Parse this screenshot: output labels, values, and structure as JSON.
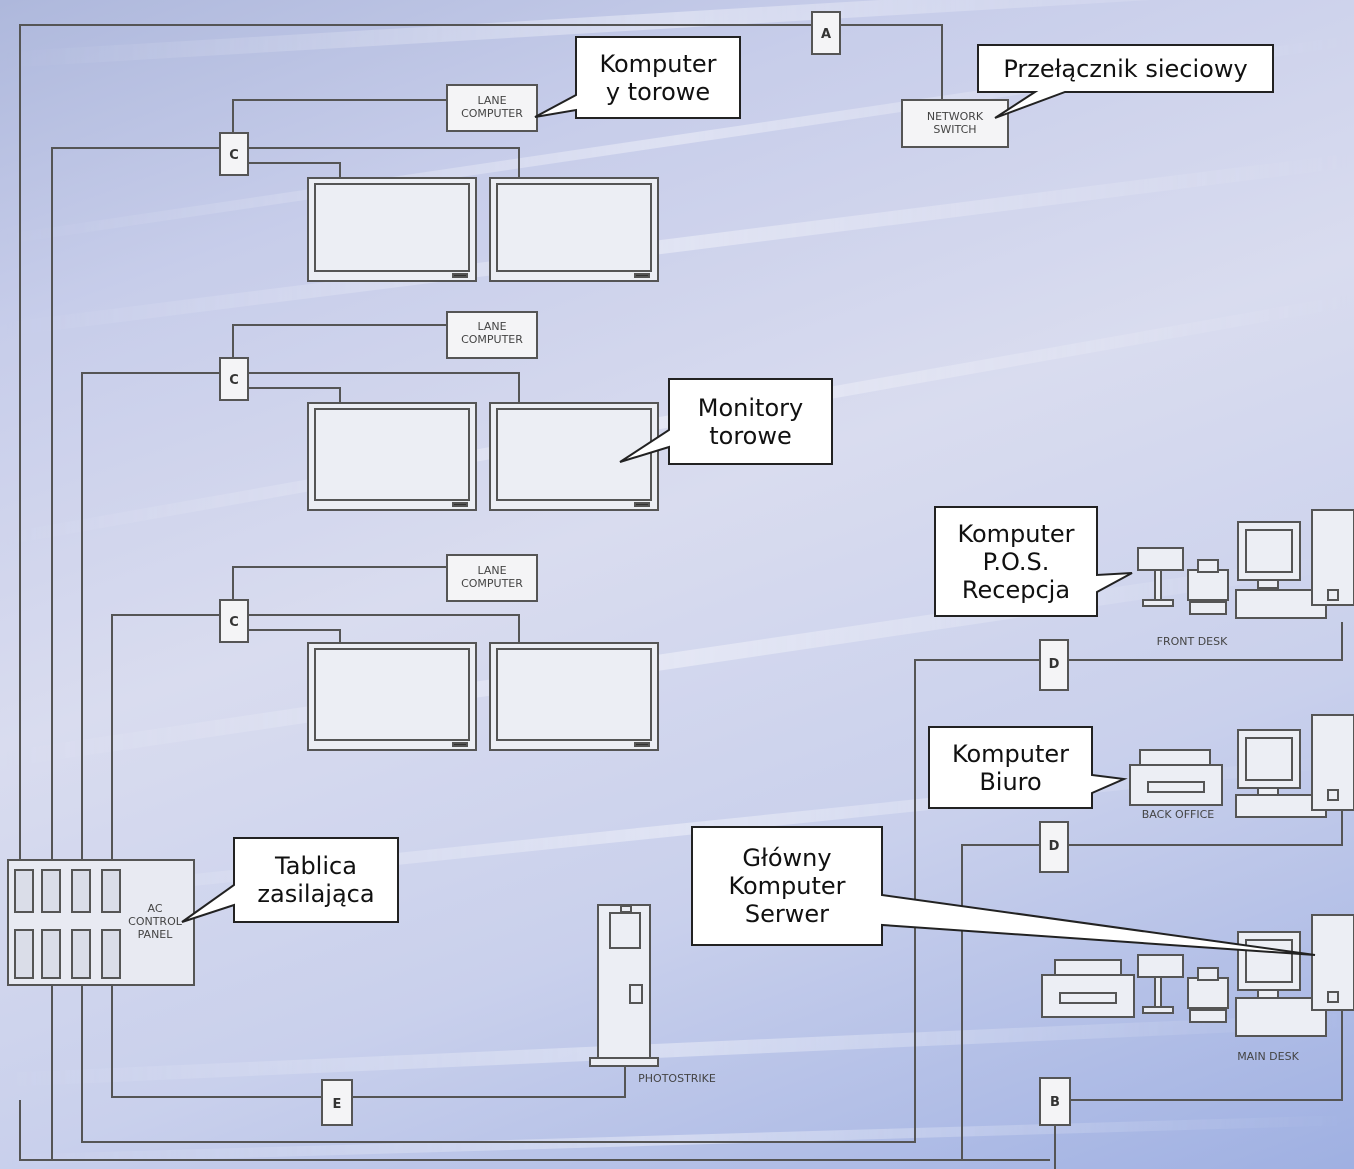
{
  "connectors": {
    "a": "A",
    "b": "B",
    "c": "C",
    "d": "D",
    "e": "E"
  },
  "devices": {
    "lane_computer": "LANE\nCOMPUTER",
    "network_switch": "NETWORK\nSWITCH",
    "ac_control_panel": "AC\nCONTROL\nPANEL",
    "photostrike": "PHOTOSTRIKE",
    "front_desk": "FRONT DESK",
    "back_office": "BACK OFFICE",
    "main_desk": "MAIN DESK"
  },
  "callouts": {
    "lane_computers": "Komputer\ny torowe",
    "network_switch": "Przełącznik sieciowy",
    "lane_monitors": "Monitory\ntorowe",
    "pos_computer": "Komputer\nP.O.S.\nRecepcja",
    "office_computer": "Komputer\nBiuro",
    "main_server": "Główny\nKomputer\nSerwer",
    "power_panel": "Tablica\nzasilająca"
  }
}
